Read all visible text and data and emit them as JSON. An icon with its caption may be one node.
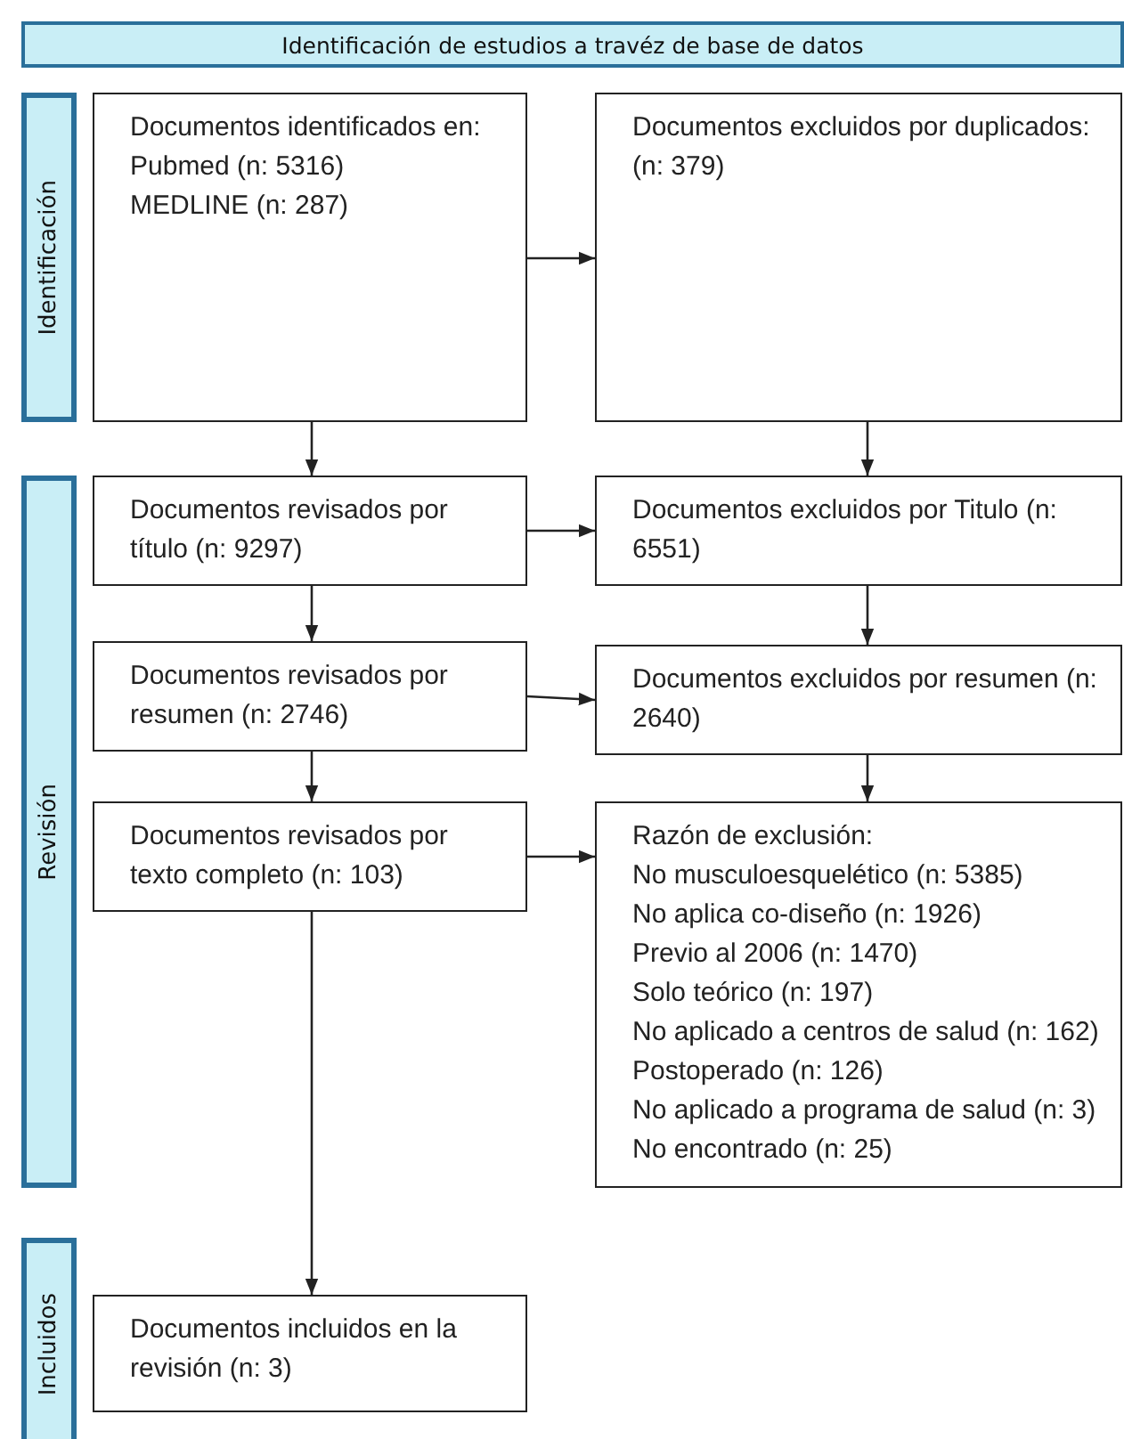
{
  "diagram": {
    "nodes": [
      {
        "text": [
          "Identificación de estudios a travéz de base de datos"
        ]
      },
      {
        "text": [
          "Identificación"
        ]
      },
      {
        "text": [
          "Documentos identificados en:",
          "Pubmed (n: 5316)",
          "MEDLINE (n: 287)"
        ]
      },
      {
        "text": [
          "Documentos excluidos por duplicados: (n: 379)"
        ]
      },
      {
        "text": [
          "Revisión"
        ]
      },
      {
        "text": [
          "Documentos revisados por título (n: 9297)"
        ]
      },
      {
        "text": [
          "Documentos excluidos por Titulo (n: 6551)"
        ]
      },
      {
        "text": [
          "Documentos revisados por resumen (n: 2746)"
        ]
      },
      {
        "text": [
          "Documentos excluidos por resumen (n: 2640)"
        ]
      },
      {
        "text": [
          "Documentos revisados por texto completo (n: 103)"
        ]
      },
      {
        "text": [
          "Razón de exclusión:",
          "No musculoesquelético (n: 5385)",
          "No aplica co-diseño (n: 1926)",
          "Previo al 2006 (n: 1470)",
          "Solo teórico (n: 197)",
          "No aplicado a centros de salud (n: 162)",
          "Postoperado (n: 126)",
          "No aplicado a programa de salud (n: 3)",
          "No encontrado (n: 25)"
        ]
      },
      {
        "text": [
          "Incluidos"
        ]
      },
      {
        "text": [
          "Documentos incluidos en la revisión (n: 3)"
        ]
      }
    ],
    "edges": [
      {
        "from": 2,
        "to": 3,
        "arrow": "to"
      },
      {
        "from": 2,
        "to": 5,
        "arrow": "to"
      },
      {
        "from": 3,
        "to": 6,
        "arrow": "to"
      },
      {
        "from": 5,
        "to": 6,
        "arrow": "to"
      },
      {
        "from": 5,
        "to": 7,
        "arrow": "to"
      },
      {
        "from": 6,
        "to": 8,
        "arrow": "to"
      },
      {
        "from": 7,
        "to": 8,
        "arrow": "to"
      },
      {
        "from": 7,
        "to": 9,
        "arrow": "to"
      },
      {
        "from": 8,
        "to": 10,
        "arrow": "to"
      },
      {
        "from": 9,
        "to": 10,
        "arrow": "to"
      },
      {
        "from": 9,
        "to": 12,
        "arrow": "to"
      }
    ]
  }
}
